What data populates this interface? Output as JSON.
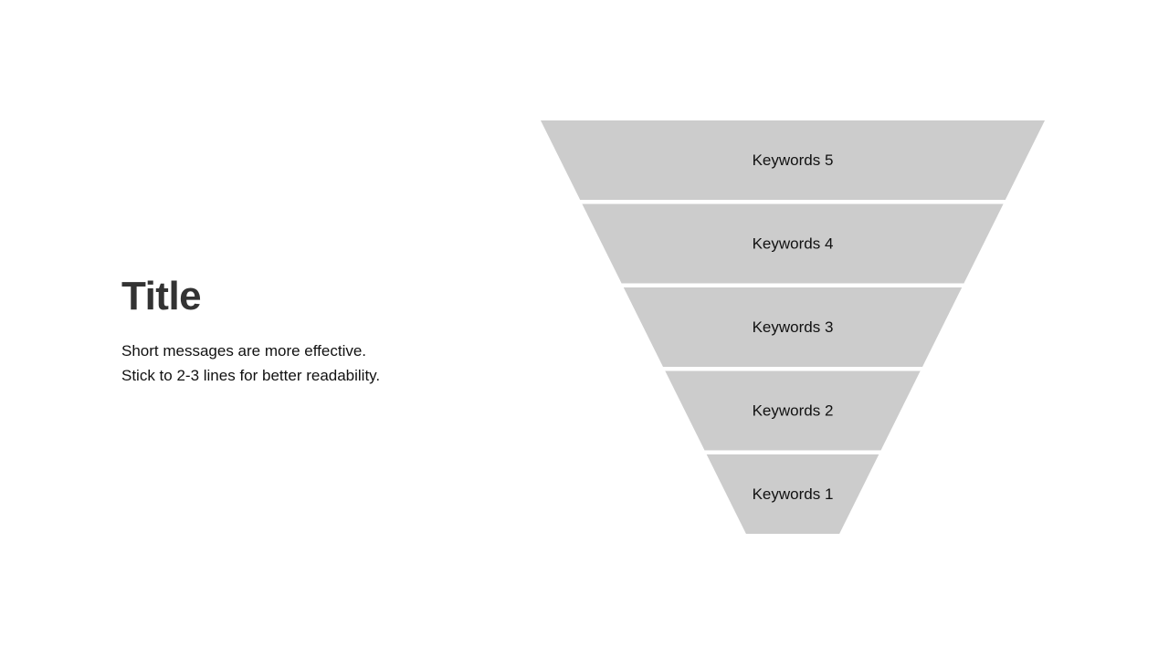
{
  "slide": {
    "title": "Title",
    "description_lines": [
      "Short messages are more effective.",
      "Stick to 2-3 lines for better readability."
    ]
  },
  "funnel": {
    "type": "inverted-pyramid-funnel",
    "levels": [
      {
        "label": "Keywords 5"
      },
      {
        "label": "Keywords 4"
      },
      {
        "label": "Keywords 3"
      },
      {
        "label": "Keywords 2"
      },
      {
        "label": "Keywords 1"
      }
    ]
  },
  "colors": {
    "background": "#ffffff",
    "title_text": "#333333",
    "body_text": "#111111",
    "segment_fill": "#cccccc",
    "segment_gap": "#ffffff",
    "segment_label_text": "#111111"
  }
}
